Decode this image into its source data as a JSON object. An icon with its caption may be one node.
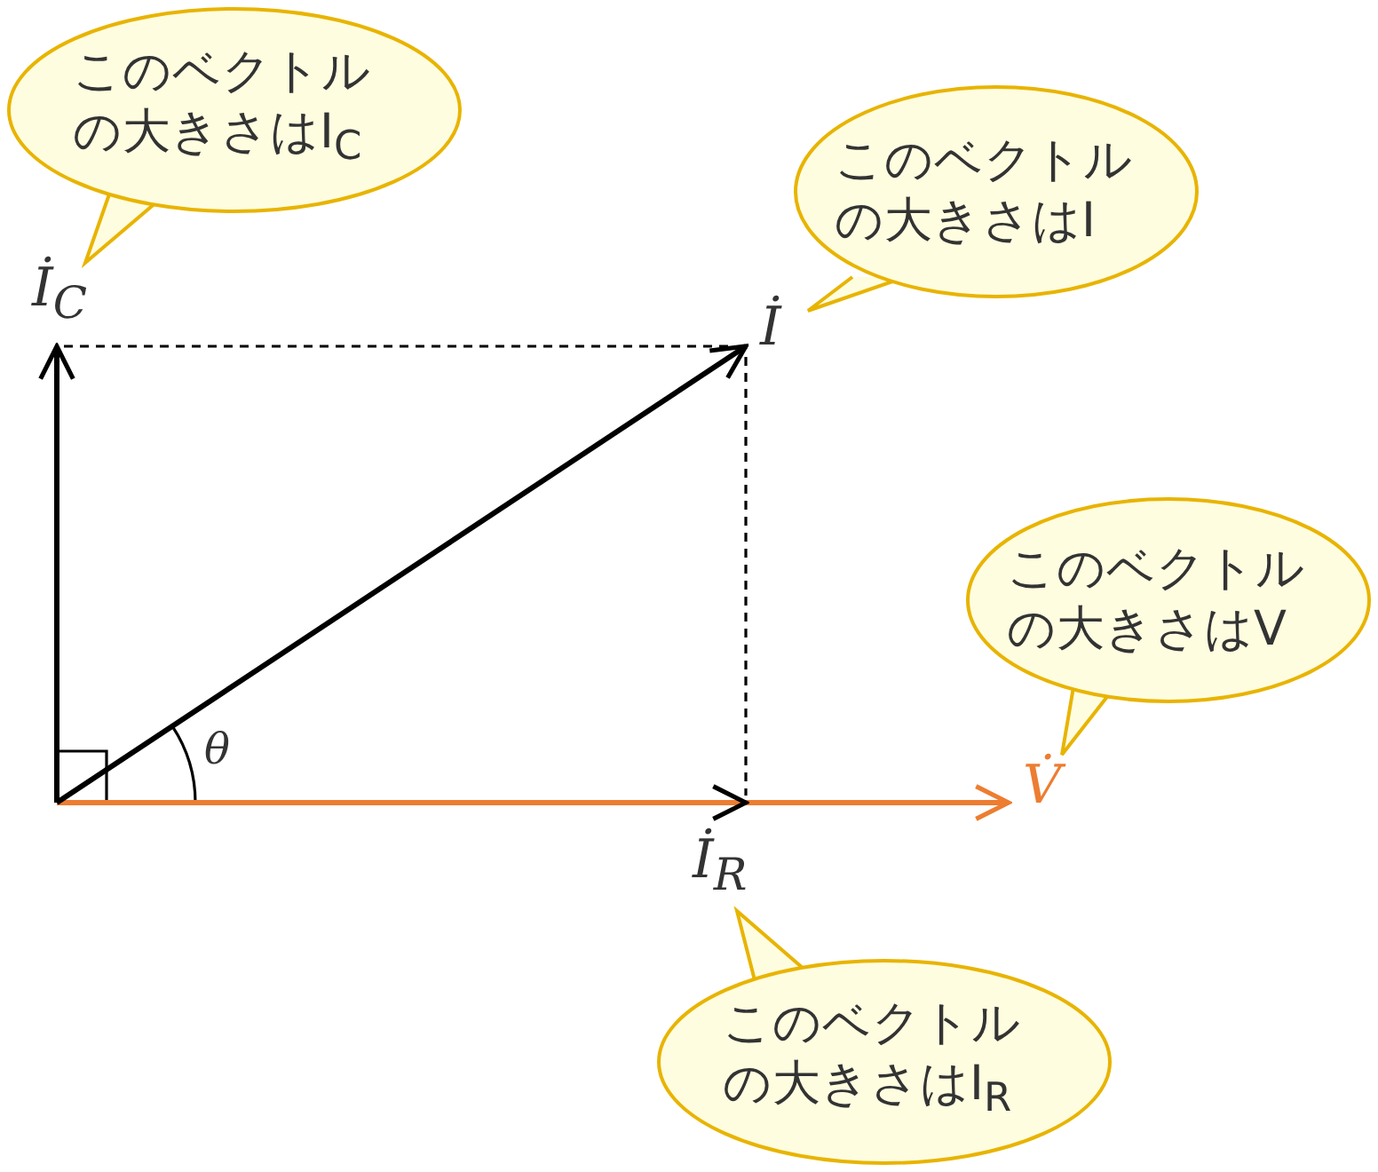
{
  "diagram": {
    "nodes": [
      {
        "text": [
          "このベクトルの大きさはI$_{C}$"
        ]
      },
      {
        "text": [
          "このベクトルの大きさはI"
        ]
      },
      {
        "text": [
          "このベクトルの大きさはV"
        ]
      },
      {
        "text": [
          "このベクトルの大きさはI$_{R}$"
        ]
      }
    ],
    "labels": [
      "İ$_{C}$",
      "İ",
      "V̇",
      "İ$_{R}$",
      "θ"
    ]
  }
}
